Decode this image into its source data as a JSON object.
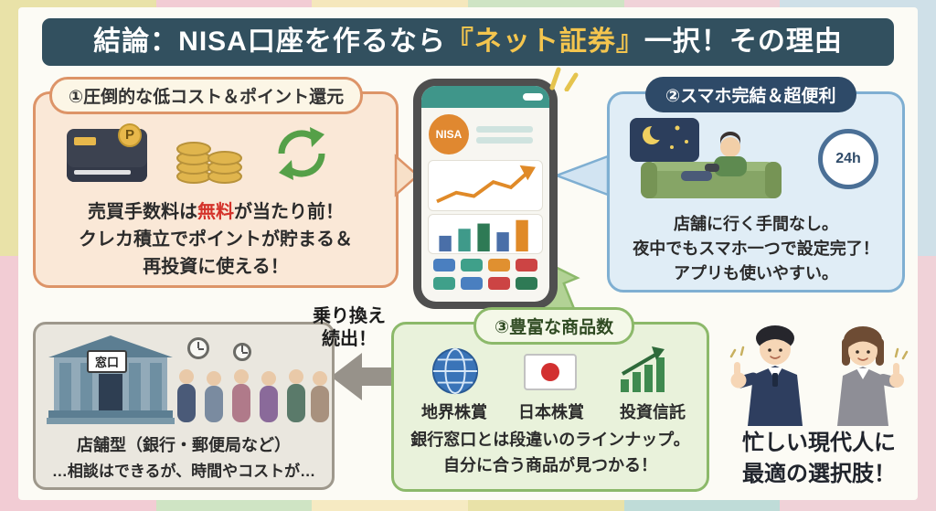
{
  "title": {
    "prefix": "結論：NISA口座を作るなら",
    "highlight": "『ネット証券』",
    "suffix": "一択！その理由"
  },
  "panel1": {
    "badge": "①圧倒的な低コスト＆ポイント還元",
    "point_label": "P",
    "line1_pre": "売買手数料は",
    "line1_highlight": "無料",
    "line1_post": "が当たり前！",
    "line2": "クレカ積立でポイントが貯まる＆",
    "line3": "再投資に使える！"
  },
  "panel2": {
    "badge": "②スマホ完結＆超便利",
    "clock_label": "24h",
    "line1": "店舗に行く手間なし。",
    "line2": "夜中でもスマホ一つで設定完了！",
    "line3": "アプリも使いやすい。"
  },
  "panel3": {
    "badge": "③豊富な商品数",
    "items": [
      "地界株賞",
      "日本株賞",
      "投資信託"
    ],
    "line1": "銀行窓口とは段違いのラインナップ。",
    "line2": "自分に合う商品が見つかる！"
  },
  "panel4": {
    "bank_sign": "窓口",
    "line1": "店舗型（銀行・郵便局など）",
    "line2": "…相談はできるが、時間やコストが…"
  },
  "switch_note": {
    "line1": "乗り換え",
    "line2": "続出！"
  },
  "phone": {
    "nisa_label": "NISA"
  },
  "conclusion": {
    "line1": "忙しい現代人に",
    "line2": "最適の選択肢！"
  },
  "colors": {
    "title_bg": "#32505f",
    "title_highlight": "#f4c54e",
    "panel1_accent": "#dd9468",
    "panel2_accent": "#7fafd2",
    "panel2_badge_bg": "#2e4a68",
    "panel3_accent": "#8cb96a",
    "panel4_accent": "#9e988c",
    "free_red": "#d4322a"
  }
}
